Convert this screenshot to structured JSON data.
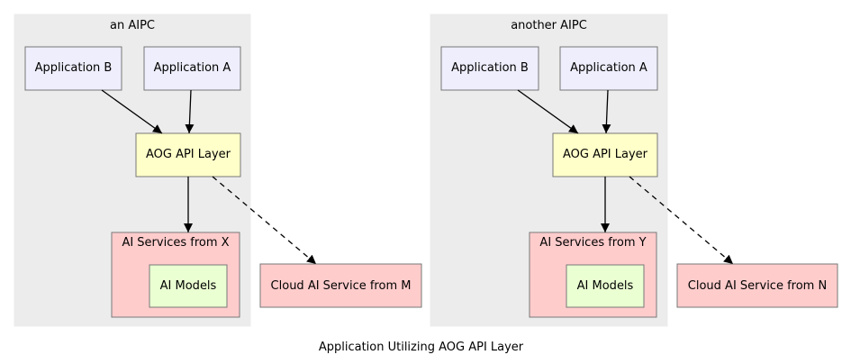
{
  "caption": "Application Utilizing AOG API Layer",
  "colors": {
    "cluster_fill": "#ececec",
    "app_fill": "#eeeefc",
    "api_fill": "#ffffca",
    "service_fill": "#ffcccc",
    "model_fill": "#eaffd2",
    "edge": "#000000"
  },
  "clusters": {
    "left": {
      "title": "an AIPC",
      "app_b": "Application B",
      "app_a": "Application A",
      "api_layer": "AOG API Layer",
      "ai_services": "AI Services from X",
      "ai_models": "AI Models",
      "cloud_service": "Cloud AI Service from M"
    },
    "right": {
      "title": "another AIPC",
      "app_b": "Application B",
      "app_a": "Application A",
      "api_layer": "AOG API Layer",
      "ai_services": "AI Services from Y",
      "ai_models": "AI Models",
      "cloud_service": "Cloud AI Service from N"
    }
  }
}
